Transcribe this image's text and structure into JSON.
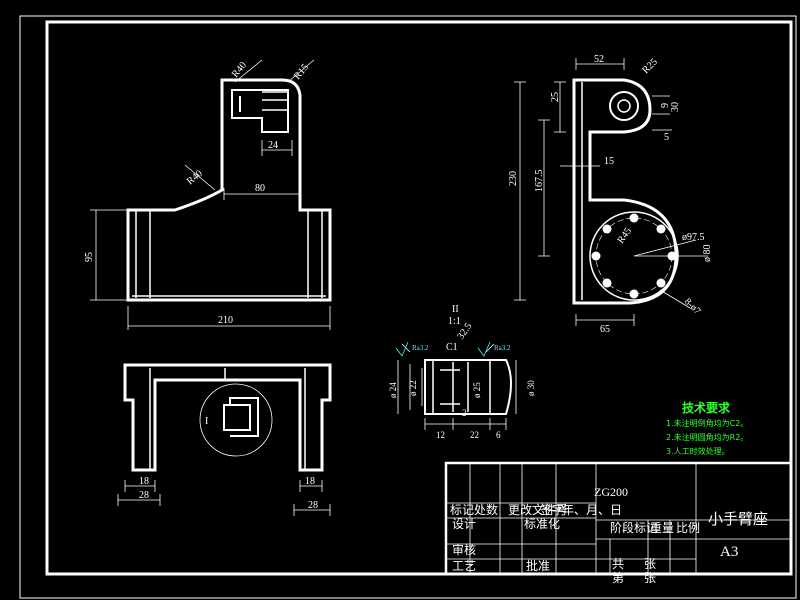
{
  "colors": {
    "background": "#000000",
    "line": "#ffffff",
    "notes": "#33ff33",
    "roughness": "#33ffff"
  },
  "front_view": {
    "dims": {
      "r40_top": "R40",
      "r15": "R15",
      "d24": "24",
      "r40_left": "R40",
      "d80": "80",
      "d95": "95",
      "d210": "210"
    }
  },
  "bottom_view": {
    "dims": {
      "d18_left": "18",
      "d28_left": "28",
      "d18_right": "18",
      "d28_right": "28"
    },
    "detail_tag": "I"
  },
  "side_view": {
    "dims": {
      "d52": "52",
      "r25": "R25",
      "d25": "25",
      "d9": "9",
      "d30": "30",
      "d5": "5",
      "d230": "230",
      "d167_5": "167.5",
      "d15": "15",
      "r45": "R45",
      "d97_5": "ø97.5",
      "d80": "ø 80",
      "holes": "8-ø7",
      "d65": "65"
    }
  },
  "detail_view": {
    "label": "II",
    "scale": "1:1",
    "chamfer": "C1",
    "angle": "32.5",
    "rough_left": "Ra3.2",
    "rough_right": "Ra3.2",
    "dims": {
      "d24": "ø 24",
      "d22": "ø 22",
      "d25": "ø 25",
      "d30": "ø 30",
      "d12": "12",
      "d22w": "22",
      "d6": "6",
      "d2": "2"
    }
  },
  "tech_requirements": {
    "title": "技术要求",
    "lines": [
      "1.未注明倒角均为C2。",
      "2.未注明圆角均为R2。",
      "3.人工时效处理。"
    ]
  },
  "title_block": {
    "material": "ZG200",
    "drawing_name": "小手臂座",
    "paper_size": "A3",
    "row_marking": "标记处数",
    "row_file": "更改文件号",
    "row_sign": "签字",
    "row_date": "年、月、日",
    "designer": "设计",
    "standardization": "标准化",
    "stage_mark": "阶段标记",
    "weight": "重量",
    "scale": "比例",
    "audit": "审核",
    "process": "工艺",
    "approve": "批准",
    "total_label": "共",
    "sheets_label": "张",
    "sheet_no_label": "第",
    "sheet_no_sheets": "张"
  }
}
